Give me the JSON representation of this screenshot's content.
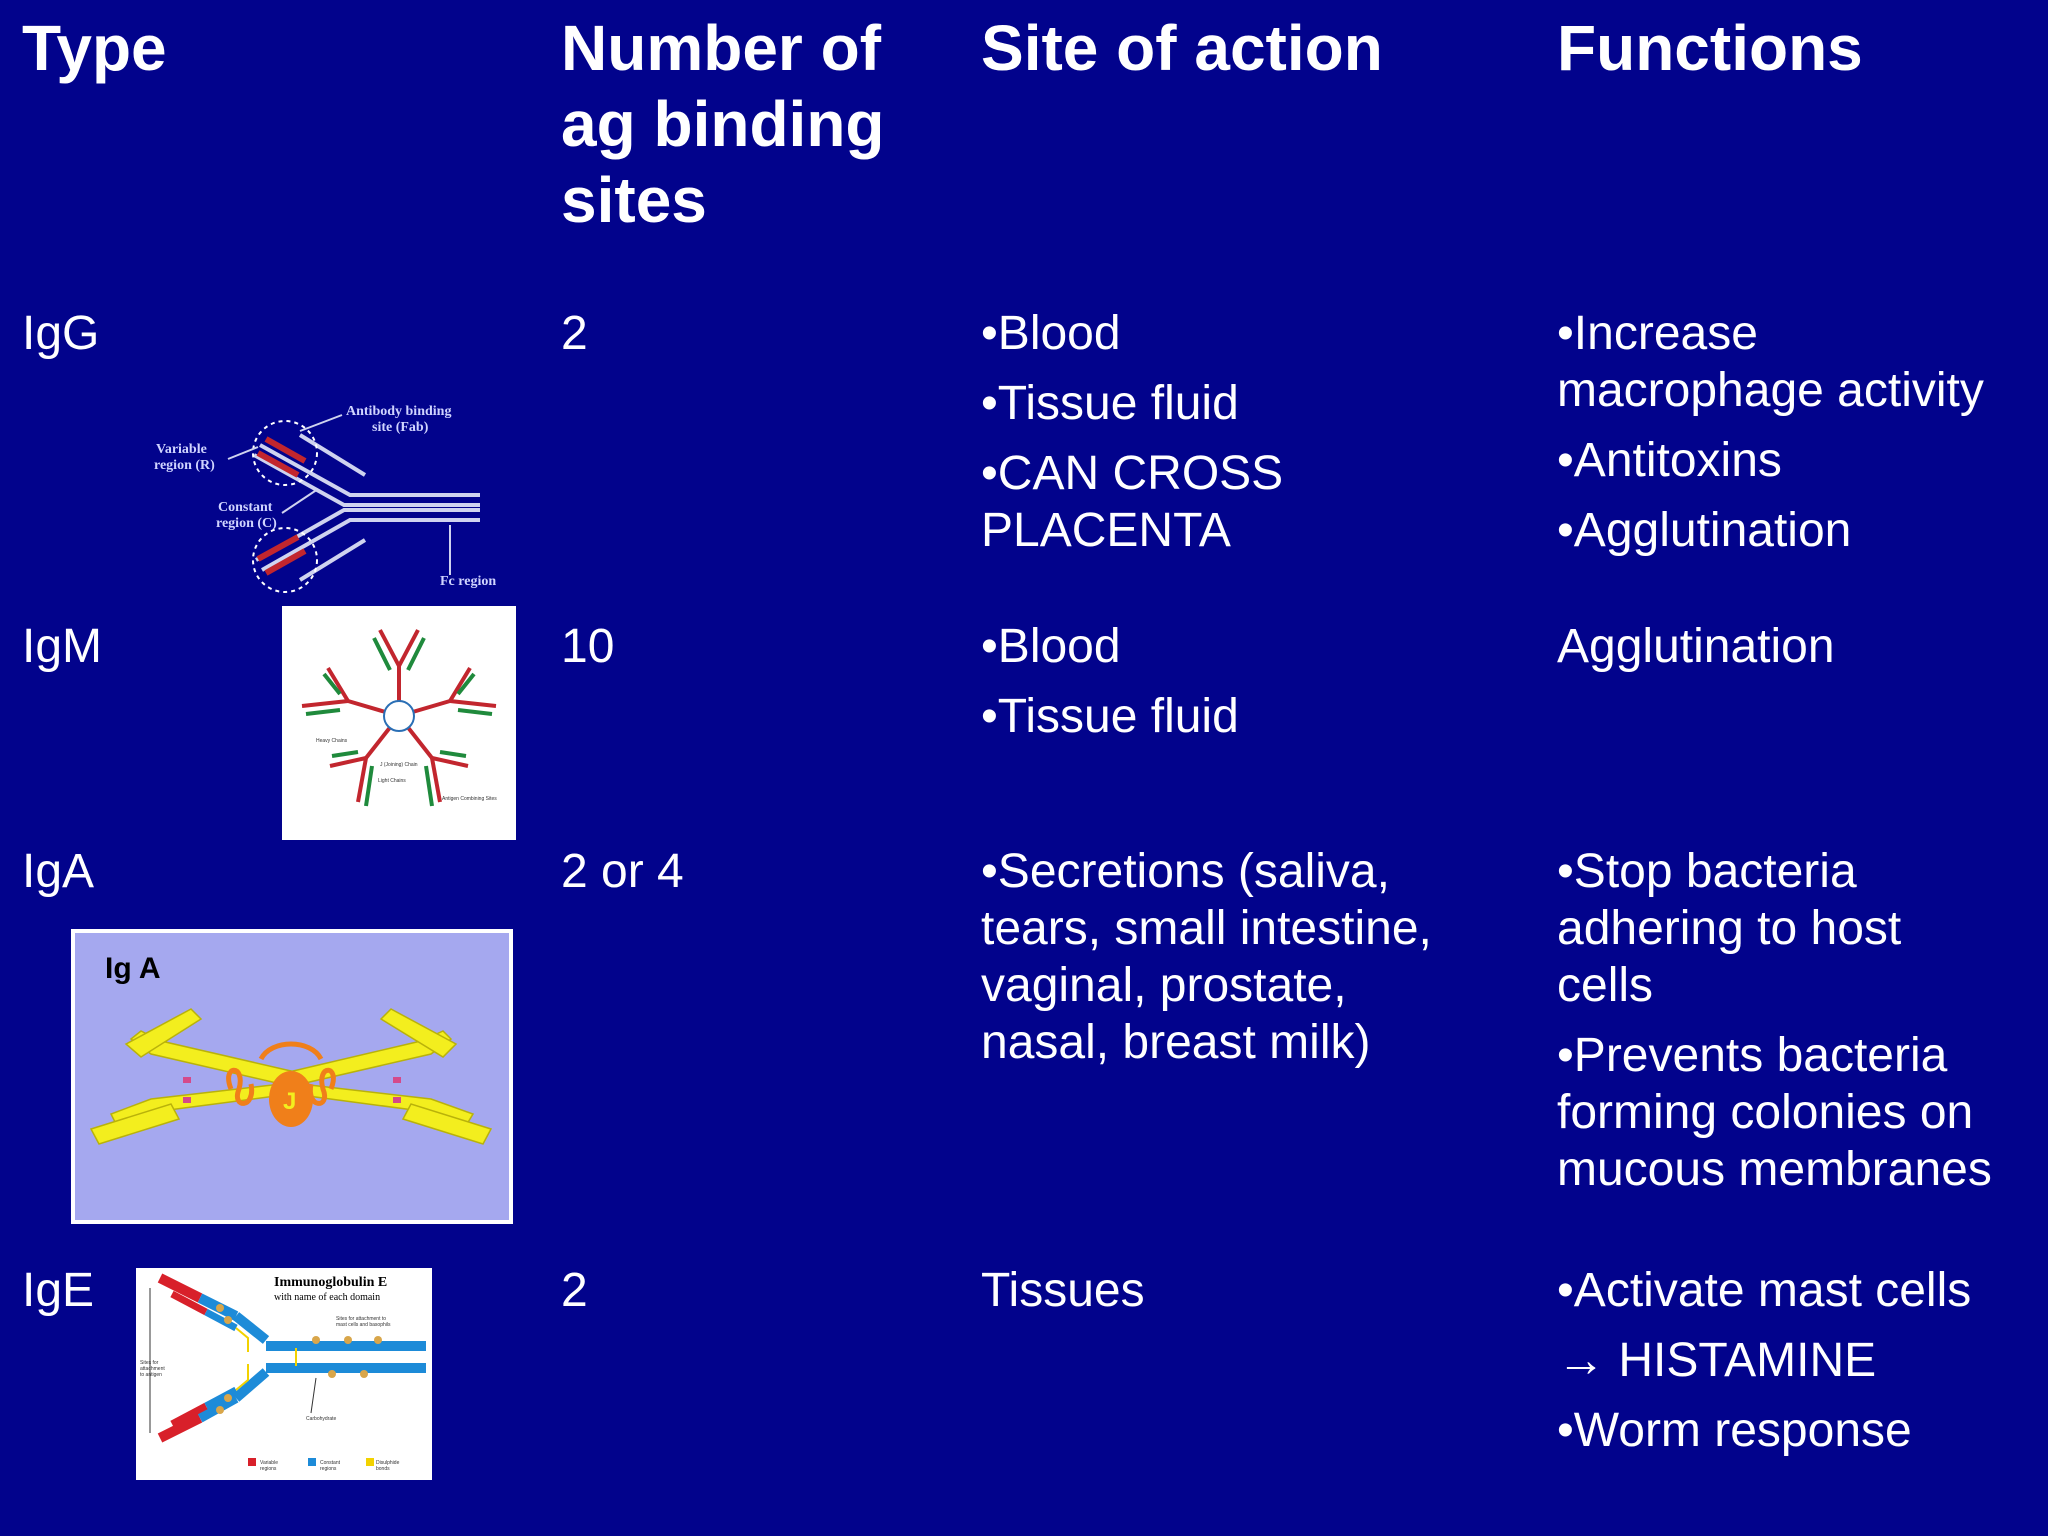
{
  "header": {
    "type": "Type",
    "binding_line1": "Number of",
    "binding_line2": "ag binding",
    "binding_line3": "sites",
    "site": "Site of action",
    "functions": "Functions"
  },
  "rows": [
    {
      "type": "IgG",
      "sites": "2",
      "site_of_action": [
        "•Blood",
        "•Tissue fluid",
        "•CAN CROSS",
        "PLACENTA"
      ],
      "functions": [
        "•Increase",
        "macrophage activity",
        "•Antitoxins",
        "•Agglutination"
      ],
      "figure_labels": [
        "Antibody binding",
        "site (Fab)",
        "Variable",
        "region (R)",
        "Constant",
        "region (C)",
        "Fc region"
      ]
    },
    {
      "type": "IgM",
      "sites": "10",
      "site_of_action": [
        "•Blood",
        "•Tissue fluid"
      ],
      "functions": [
        "Agglutination"
      ],
      "figure_labels": [
        "Heavy Chains",
        "J (Joining) Chain",
        "Light Chains",
        "Antigen Combining Sites"
      ]
    },
    {
      "type": "IgA",
      "sites": "2 or 4",
      "site_of_action": [
        "•Secretions (saliva,",
        "tears, small intestine,",
        "vaginal, prostate,",
        "nasal, breast milk)"
      ],
      "functions": [
        "•Stop bacteria",
        "adhering to host",
        "cells",
        "•Prevents bacteria",
        "forming colonies on",
        "mucous membranes"
      ],
      "figure_labels": [
        "Ig A",
        "J"
      ]
    },
    {
      "type": "IgE",
      "sites": "2",
      "site_of_action": [
        "Tissues"
      ],
      "functions": [
        "•Activate mast cells",
        " → HISTAMINE",
        "•Worm response"
      ],
      "figure_labels": [
        "Immunoglobulin E",
        "with name of each domain",
        "Sites for attachment to",
        "mast cells and basophils",
        "Sites for",
        "attachment",
        "to antigen",
        "Carbohydrate",
        "Variable",
        "regions",
        "Constant",
        "regions",
        "Disulphide",
        "bonds"
      ]
    }
  ],
  "colors": {
    "background": "#02038c",
    "text": "#ffffff",
    "heavy_chain": "#c2262e",
    "light_chain": "#1f8a3c",
    "iga_panel": "#a5a8ef",
    "iga_molecule": "#f3ee1e",
    "j_chain": "#f07f1a",
    "ige_variable": "#d8202a",
    "ige_constant": "#1d8bd8"
  }
}
